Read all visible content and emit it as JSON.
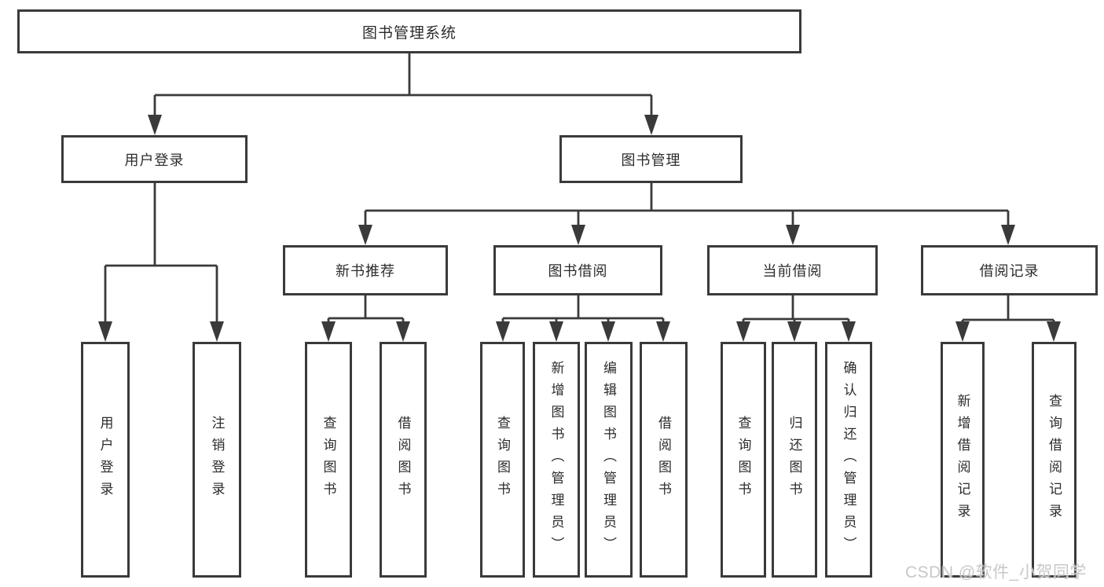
{
  "diagram": {
    "title": "图书管理系统",
    "level2": {
      "user_login": "用户登录",
      "book_management": "图书管理"
    },
    "level3": {
      "new_book_recommend": "新书推荐",
      "book_borrowing": "图书借阅",
      "current_borrowing": "当前借阅",
      "borrowing_records": "借阅记录"
    },
    "leaves": {
      "user_login": [
        "用户登录",
        "注销登录"
      ],
      "new_book_recommend": [
        "查询图书",
        "借阅图书"
      ],
      "book_borrowing": [
        "查询图书",
        "新增图书（管理员）",
        "编辑图书（管理员）",
        "借阅图书"
      ],
      "current_borrowing": [
        "查询图书",
        "归还图书",
        "确认归还（管理员）"
      ],
      "borrowing_records": [
        "新增借阅记录",
        "查询借阅记录"
      ]
    }
  },
  "watermark": "CSDN @软件_小贺同学",
  "colors": {
    "line": "#3a3a3a",
    "box_border": "#3a3a3a",
    "text": "#2c2c2c",
    "watermark": "#c8c8c8",
    "background": "#ffffff"
  }
}
